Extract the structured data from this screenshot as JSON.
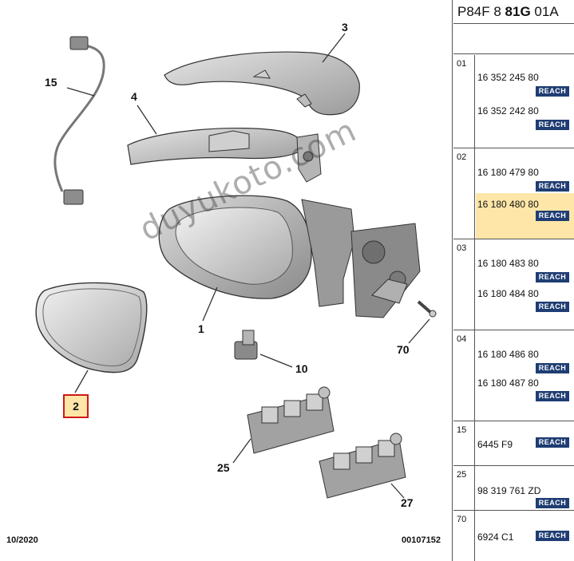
{
  "diagram": {
    "callouts": {
      "c1": "1",
      "c2": "2",
      "c3": "3",
      "c4": "4",
      "c10": "10",
      "c15": "15",
      "c25": "25",
      "c27": "27",
      "c70": "70"
    },
    "date": "10/2020",
    "ref": "00107152",
    "watermark": "duyukoto.com"
  },
  "parts_panel": {
    "header_prefix": "P84F 8 ",
    "header_bold": "81G",
    "header_suffix": " 01A",
    "badge": "REACH",
    "selected_color": "#fde6a8",
    "groups": [
      {
        "num": "01",
        "parts": [
          "16 352 245 80",
          "16 352 242 80"
        ]
      },
      {
        "num": "02",
        "parts": [
          "16 180 479 80",
          "16 180 480 80"
        ]
      },
      {
        "num": "03",
        "parts": [
          "16 180 483 80",
          "16 180 484 80"
        ]
      },
      {
        "num": "04",
        "parts": [
          "16 180 486 80",
          "16 180 487 80"
        ]
      },
      {
        "num": "15",
        "parts": [
          "6445 F9"
        ]
      },
      {
        "num": "25",
        "parts": [
          "98 319 761 ZD"
        ]
      },
      {
        "num": "70",
        "parts": [
          "6924 C1"
        ]
      }
    ]
  }
}
